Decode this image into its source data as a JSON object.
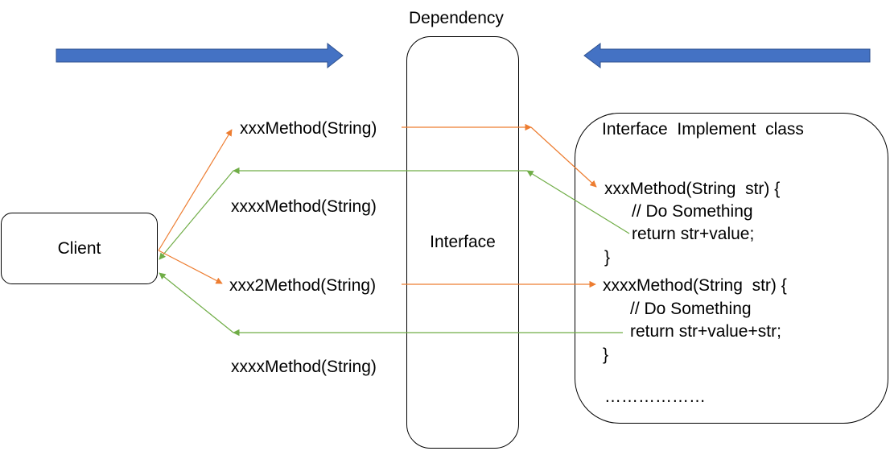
{
  "title": "Dependency",
  "client": {
    "label": "Client"
  },
  "interface": {
    "label": "Interface"
  },
  "implementation": {
    "title": "Interface  Implement  class",
    "method1": {
      "signature": "xxxMethod(String  str) {",
      "comment": "// Do Something",
      "return": "return str+value;",
      "close": "}"
    },
    "method2": {
      "signature": "xxxxMethod(String  str) {",
      "comment": "// Do Something",
      "return": "return str+value+str;",
      "close": "}"
    },
    "ellipsis": "………………"
  },
  "calls": {
    "call1": "xxxMethod(String)",
    "return1": "xxxxMethod(String)",
    "call2": "xxx2Method(String)",
    "return2": "xxxxMethod(String)"
  },
  "colors": {
    "call_arrow": "#ED7D31",
    "return_arrow": "#70AD47",
    "direction_arrow": "#4472C4",
    "border": "#000000"
  }
}
